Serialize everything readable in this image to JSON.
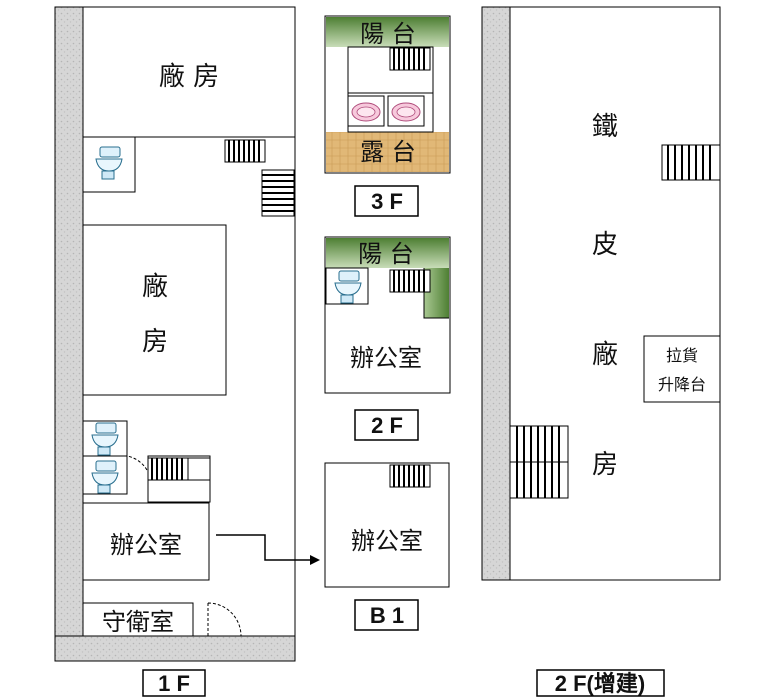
{
  "colors": {
    "wall": "#d2d2d2",
    "balcony": "#5a8a3a",
    "terrace": "#d9b06a"
  },
  "floors": {
    "f1": {
      "label": "1 F",
      "rooms": {
        "factory_top": "廠 房",
        "factory_mid_1": "廠",
        "factory_mid_2": "房",
        "office": "辦公室",
        "guard": "守衛室"
      }
    },
    "f3": {
      "label": "3 F",
      "balcony": "陽 台",
      "terrace": "露 台"
    },
    "f2": {
      "label": "2 F",
      "balcony": "陽 台",
      "office": "辦公室"
    },
    "b1": {
      "label": "B 1",
      "office": "辦公室"
    },
    "f2ext": {
      "label": "2 F(增建)",
      "room_chars": [
        "鐵",
        "皮",
        "廠",
        "房"
      ],
      "lift_1": "拉貨",
      "lift_2": "升降台"
    }
  },
  "icons": [
    "toilet-icon",
    "stairs-icon",
    "bathtub-icon",
    "door-swing-icon",
    "arrow-icon"
  ]
}
